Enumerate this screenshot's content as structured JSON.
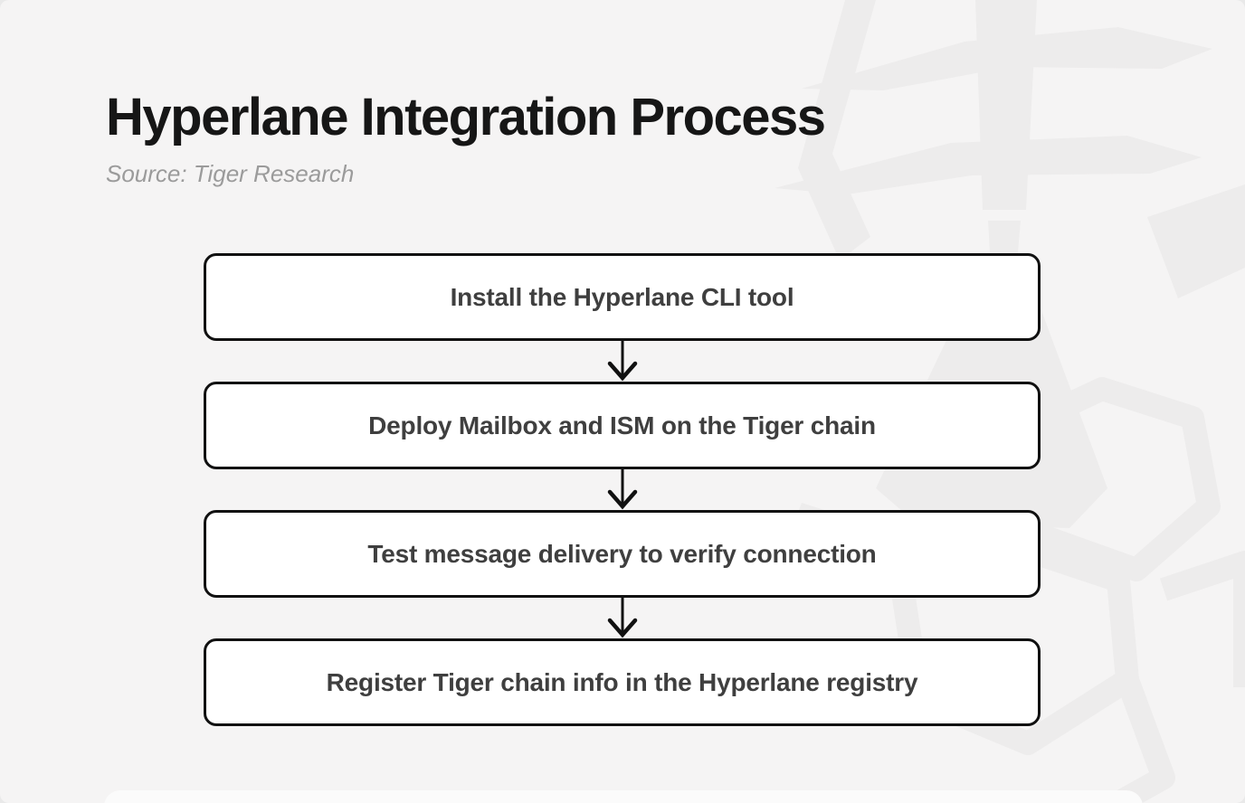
{
  "header": {
    "title": "Hyperlane Integration Process",
    "source": "Source: Tiger Research"
  },
  "flow": {
    "steps": [
      {
        "label": "Install the Hyperlane CLI tool"
      },
      {
        "label": "Deploy Mailbox and ISM on the Tiger chain"
      },
      {
        "label": "Test message delivery to verify connection"
      },
      {
        "label": "Register Tiger chain info in the Hyperlane registry"
      }
    ]
  },
  "icons": {
    "arrow": "down-arrow-icon",
    "watermark": "tiger-watermark"
  },
  "colors": {
    "background": "#f5f4f4",
    "box_fill": "#ffffff",
    "box_border": "#111111",
    "box_text": "#3f3f3f",
    "title_text": "#161616",
    "source_text": "#9b9b9b",
    "arrow": "#111111",
    "watermark": "#edecec"
  }
}
